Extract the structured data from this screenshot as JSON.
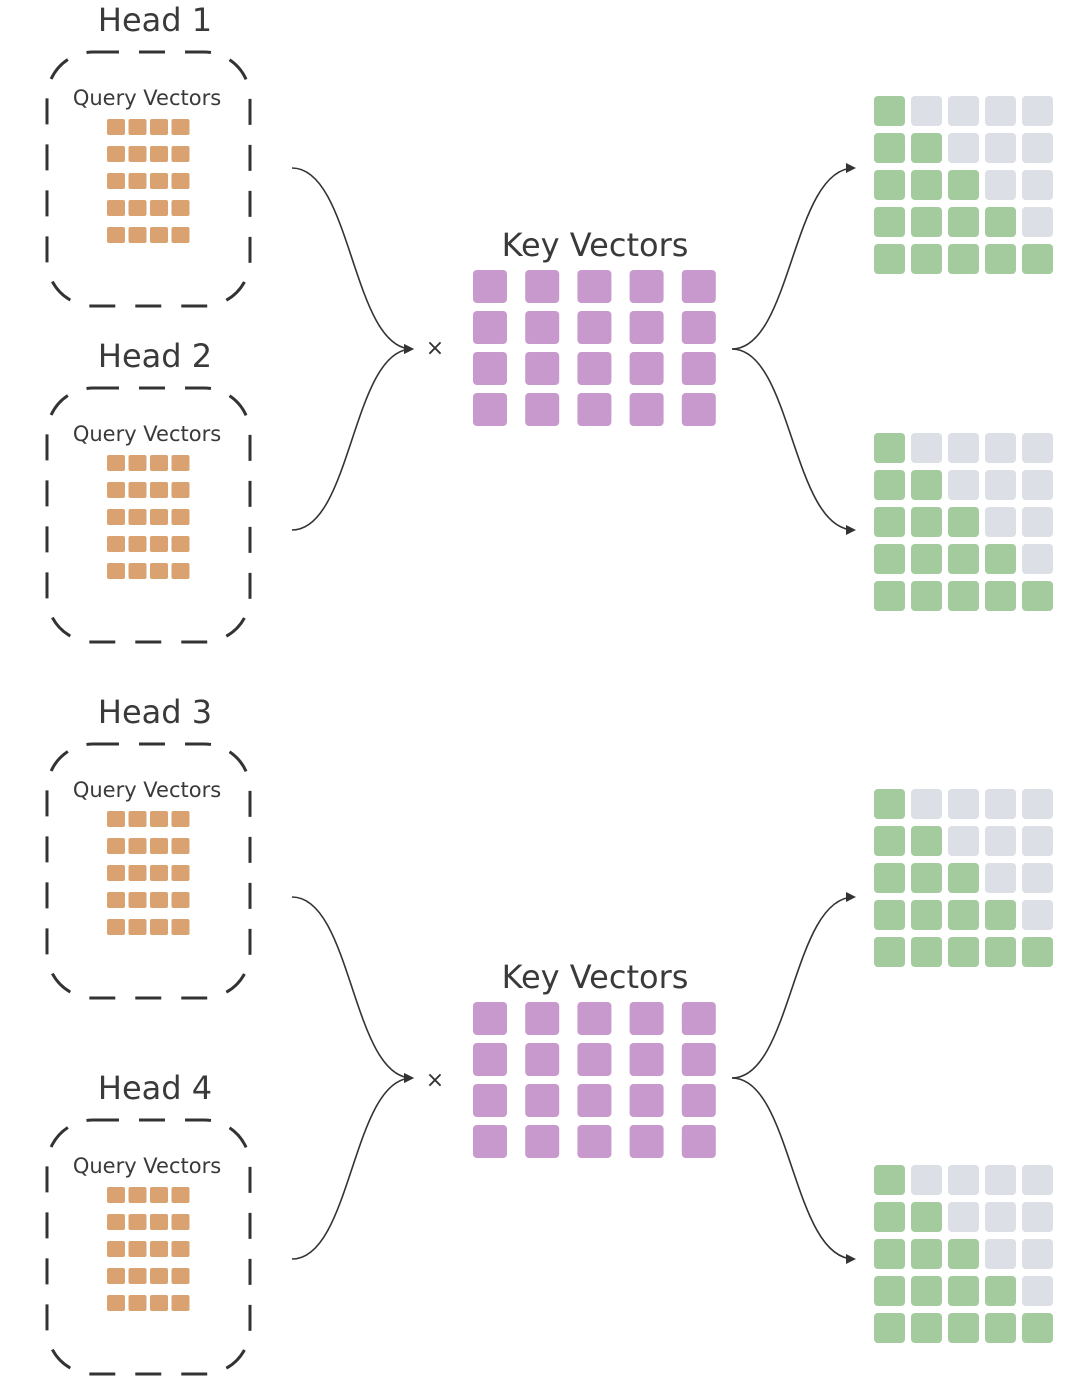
{
  "heads": [
    {
      "title": "Head 1",
      "label": "Query Vectors"
    },
    {
      "title": "Head 2",
      "label": "Query Vectors"
    },
    {
      "title": "Head 3",
      "label": "Query Vectors"
    },
    {
      "title": "Head 4",
      "label": "Query Vectors"
    }
  ],
  "key_groups": [
    {
      "label": "Key Vectors",
      "operator": "×",
      "shared_by": [
        "Head 1",
        "Head 2"
      ]
    },
    {
      "label": "Key Vectors",
      "operator": "×",
      "shared_by": [
        "Head 3",
        "Head 4"
      ]
    }
  ],
  "query_grid": {
    "rows": 5,
    "cols": 4
  },
  "key_grid": {
    "rows": 4,
    "cols": 5
  },
  "attention_grid": {
    "rows": 5,
    "cols": 5,
    "mask": "lower-triangular"
  },
  "colors": {
    "query": "#d9a270",
    "key": "#c899cc",
    "attention_active": "#a3cb9e",
    "attention_masked": "#dcdfe6",
    "line": "#333333",
    "text": "#3a3a3a"
  }
}
